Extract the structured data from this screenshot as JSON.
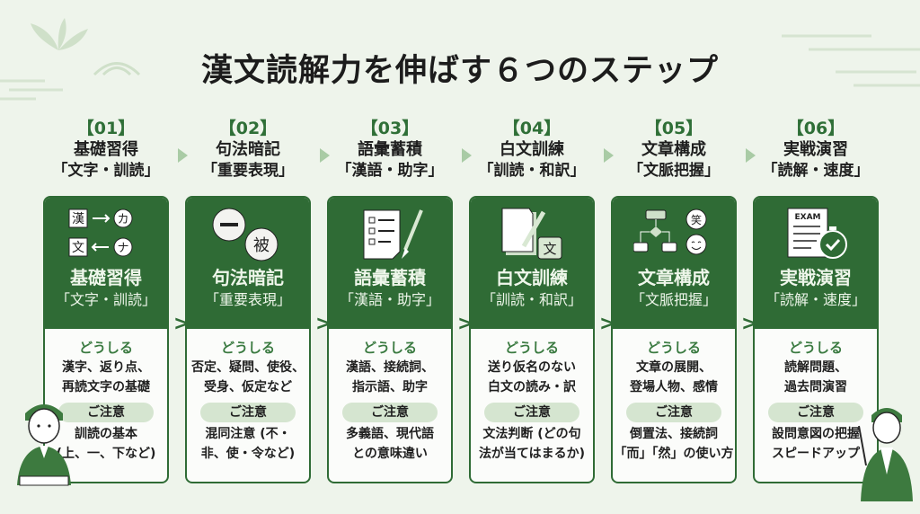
{
  "title": "漢文読解力を伸ばす６つのステップ",
  "colors": {
    "primary": "#2f6b35",
    "background": "#eef4eb",
    "pill": "#d5e5d0"
  },
  "steps": [
    {
      "num": "【01】",
      "title": "基礎習得",
      "subtitle": "「文字・訓読」",
      "icon": "kanji-kana-conversion-icon",
      "icon_chars": [
        "漢",
        "カ",
        "文",
        "ナ"
      ],
      "how_label": "どうしる",
      "how": [
        "漢字、返り点、",
        "再読文字の基礎"
      ],
      "caution_label": "ご注意",
      "caution": [
        "訓読の基本",
        "(上、一、下など)"
      ]
    },
    {
      "num": "【02】",
      "title": "句法暗記",
      "subtitle": "「重要表現」",
      "icon": "grammar-markers-icon",
      "icon_chars": [
        "一",
        "被"
      ],
      "how_label": "どうしる",
      "how": [
        "否定、疑問、使役、",
        "受身、仮定など"
      ],
      "caution_label": "ご注意",
      "caution": [
        "混同注意 (不・",
        "非、使・令など)"
      ]
    },
    {
      "num": "【03】",
      "title": "語彙蓄積",
      "subtitle": "「漢語・助字」",
      "icon": "list-brush-icon",
      "icon_chars": [],
      "how_label": "どうしる",
      "how": [
        "漢語、接続詞、",
        "指示語、助字"
      ],
      "caution_label": "ご注意",
      "caution": [
        "多義語、現代語",
        "との意味違い"
      ]
    },
    {
      "num": "【04】",
      "title": "白文訓練",
      "subtitle": "「訓読・和訳」",
      "icon": "paper-pen-translate-icon",
      "icon_chars": [
        "文"
      ],
      "how_label": "どうしる",
      "how": [
        "送り仮名のない",
        "白文の読み・訳"
      ],
      "caution_label": "ご注意",
      "caution": [
        "文法判断 (どの句",
        "法が当てはまるか)"
      ]
    },
    {
      "num": "【05】",
      "title": "文章構成",
      "subtitle": "「文脈把握」",
      "icon": "flowchart-emotion-icon",
      "icon_chars": [
        "笑"
      ],
      "how_label": "どうしる",
      "how": [
        "文章の展開、",
        "登場人物、感情"
      ],
      "caution_label": "ご注意",
      "caution": [
        "倒置法、接続詞",
        "「而」「然」の使い方"
      ]
    },
    {
      "num": "【06】",
      "title": "実戦演習",
      "subtitle": "「読解・速度」",
      "icon": "exam-stopwatch-icon",
      "icon_chars": [
        "EXAM"
      ],
      "how_label": "どうしる",
      "how": [
        "読解問題、",
        "過去問演習"
      ],
      "caution_label": "ご注意",
      "caution": [
        "設問意図の把握",
        "スピードアップ"
      ]
    }
  ]
}
